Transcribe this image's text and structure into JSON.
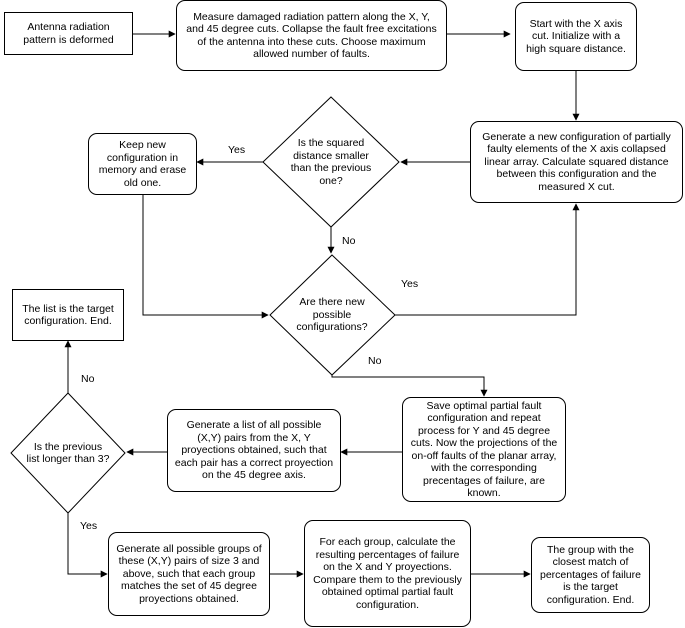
{
  "nodes": {
    "start": "Antenna radiation pattern is deformed",
    "measure": "Measure damaged radiation pattern along the X, Y, and 45 degree cuts. Collapse the fault free excitations of the antenna into these cuts. Choose maximum allowed number of faults.",
    "xcut": "Start with the X axis cut. Initialize with a high square distance.",
    "generate": "Generate a new configuration of partially faulty elements of the X axis collapsed linear array. Calculate squared distance between this configuration and the measured X cut.",
    "smaller": "Is the squared distance smaller than the previous one?",
    "keep": "Keep new configuration in memory and erase old one.",
    "newconfigs": "Are there new possible configurations?",
    "save": "Save optimal partial fault configuration and repeat process for Y and 45 degree cuts. Now the projections of the on-off faults of the planar array, with the corresponding precentages of failure, are known.",
    "pairs": "Generate a list of all possible (X,Y) pairs from the X, Y proyections obtained, such that each pair has a correct proyection on the 45 degree axis.",
    "longer": "Is the previous list longer than 3?",
    "target": "The list is the target configuration. End.",
    "groups": "Generate all possible groups of these (X,Y) pairs of size 3 and above, such that each group matches the set of 45 degree proyections obtained.",
    "foreach": "For each group, calculate the resulting percentages of failure on the X and Y proyections. Compare them to the previously obtained optimal partial fault configuration.",
    "closest": "The group with the closest match of percentages of failure is the target configuration. End."
  },
  "edge_labels": {
    "smaller_yes": "Yes",
    "smaller_no": "No",
    "newconfigs_yes": "Yes",
    "newconfigs_no": "No",
    "longer_no": "No",
    "longer_yes": "Yes"
  }
}
